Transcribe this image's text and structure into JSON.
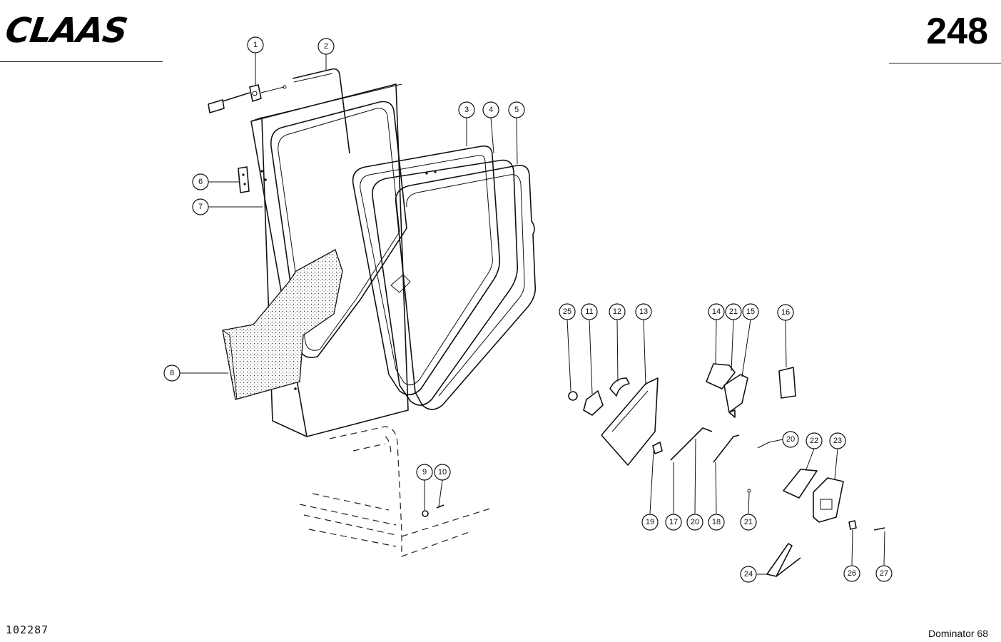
{
  "header": {
    "brand": "CLAAS",
    "page_number": "248"
  },
  "footer": {
    "drawing_number": "102287",
    "model": "Dominator 68"
  },
  "callouts": [
    {
      "id": "c1",
      "label": "1"
    },
    {
      "id": "c2",
      "label": "2"
    },
    {
      "id": "c3",
      "label": "3"
    },
    {
      "id": "c4",
      "label": "4"
    },
    {
      "id": "c5",
      "label": "5"
    },
    {
      "id": "c6",
      "label": "6"
    },
    {
      "id": "c7",
      "label": "7"
    },
    {
      "id": "c8",
      "label": "8"
    },
    {
      "id": "c9",
      "label": "9"
    },
    {
      "id": "c10",
      "label": "10"
    },
    {
      "id": "c25",
      "label": "25"
    },
    {
      "id": "c11",
      "label": "11"
    },
    {
      "id": "c12",
      "label": "12"
    },
    {
      "id": "c13",
      "label": "13"
    },
    {
      "id": "c14",
      "label": "14"
    },
    {
      "id": "c21a",
      "label": "21"
    },
    {
      "id": "c15",
      "label": "15"
    },
    {
      "id": "c16",
      "label": "16"
    },
    {
      "id": "c20a",
      "label": "20"
    },
    {
      "id": "c22",
      "label": "22"
    },
    {
      "id": "c23",
      "label": "23"
    },
    {
      "id": "c19",
      "label": "19"
    },
    {
      "id": "c17",
      "label": "17"
    },
    {
      "id": "c20b",
      "label": "20"
    },
    {
      "id": "c18",
      "label": "18"
    },
    {
      "id": "c21b",
      "label": "21"
    },
    {
      "id": "c24",
      "label": "24"
    },
    {
      "id": "c26",
      "label": "26"
    },
    {
      "id": "c27",
      "label": "27"
    }
  ]
}
